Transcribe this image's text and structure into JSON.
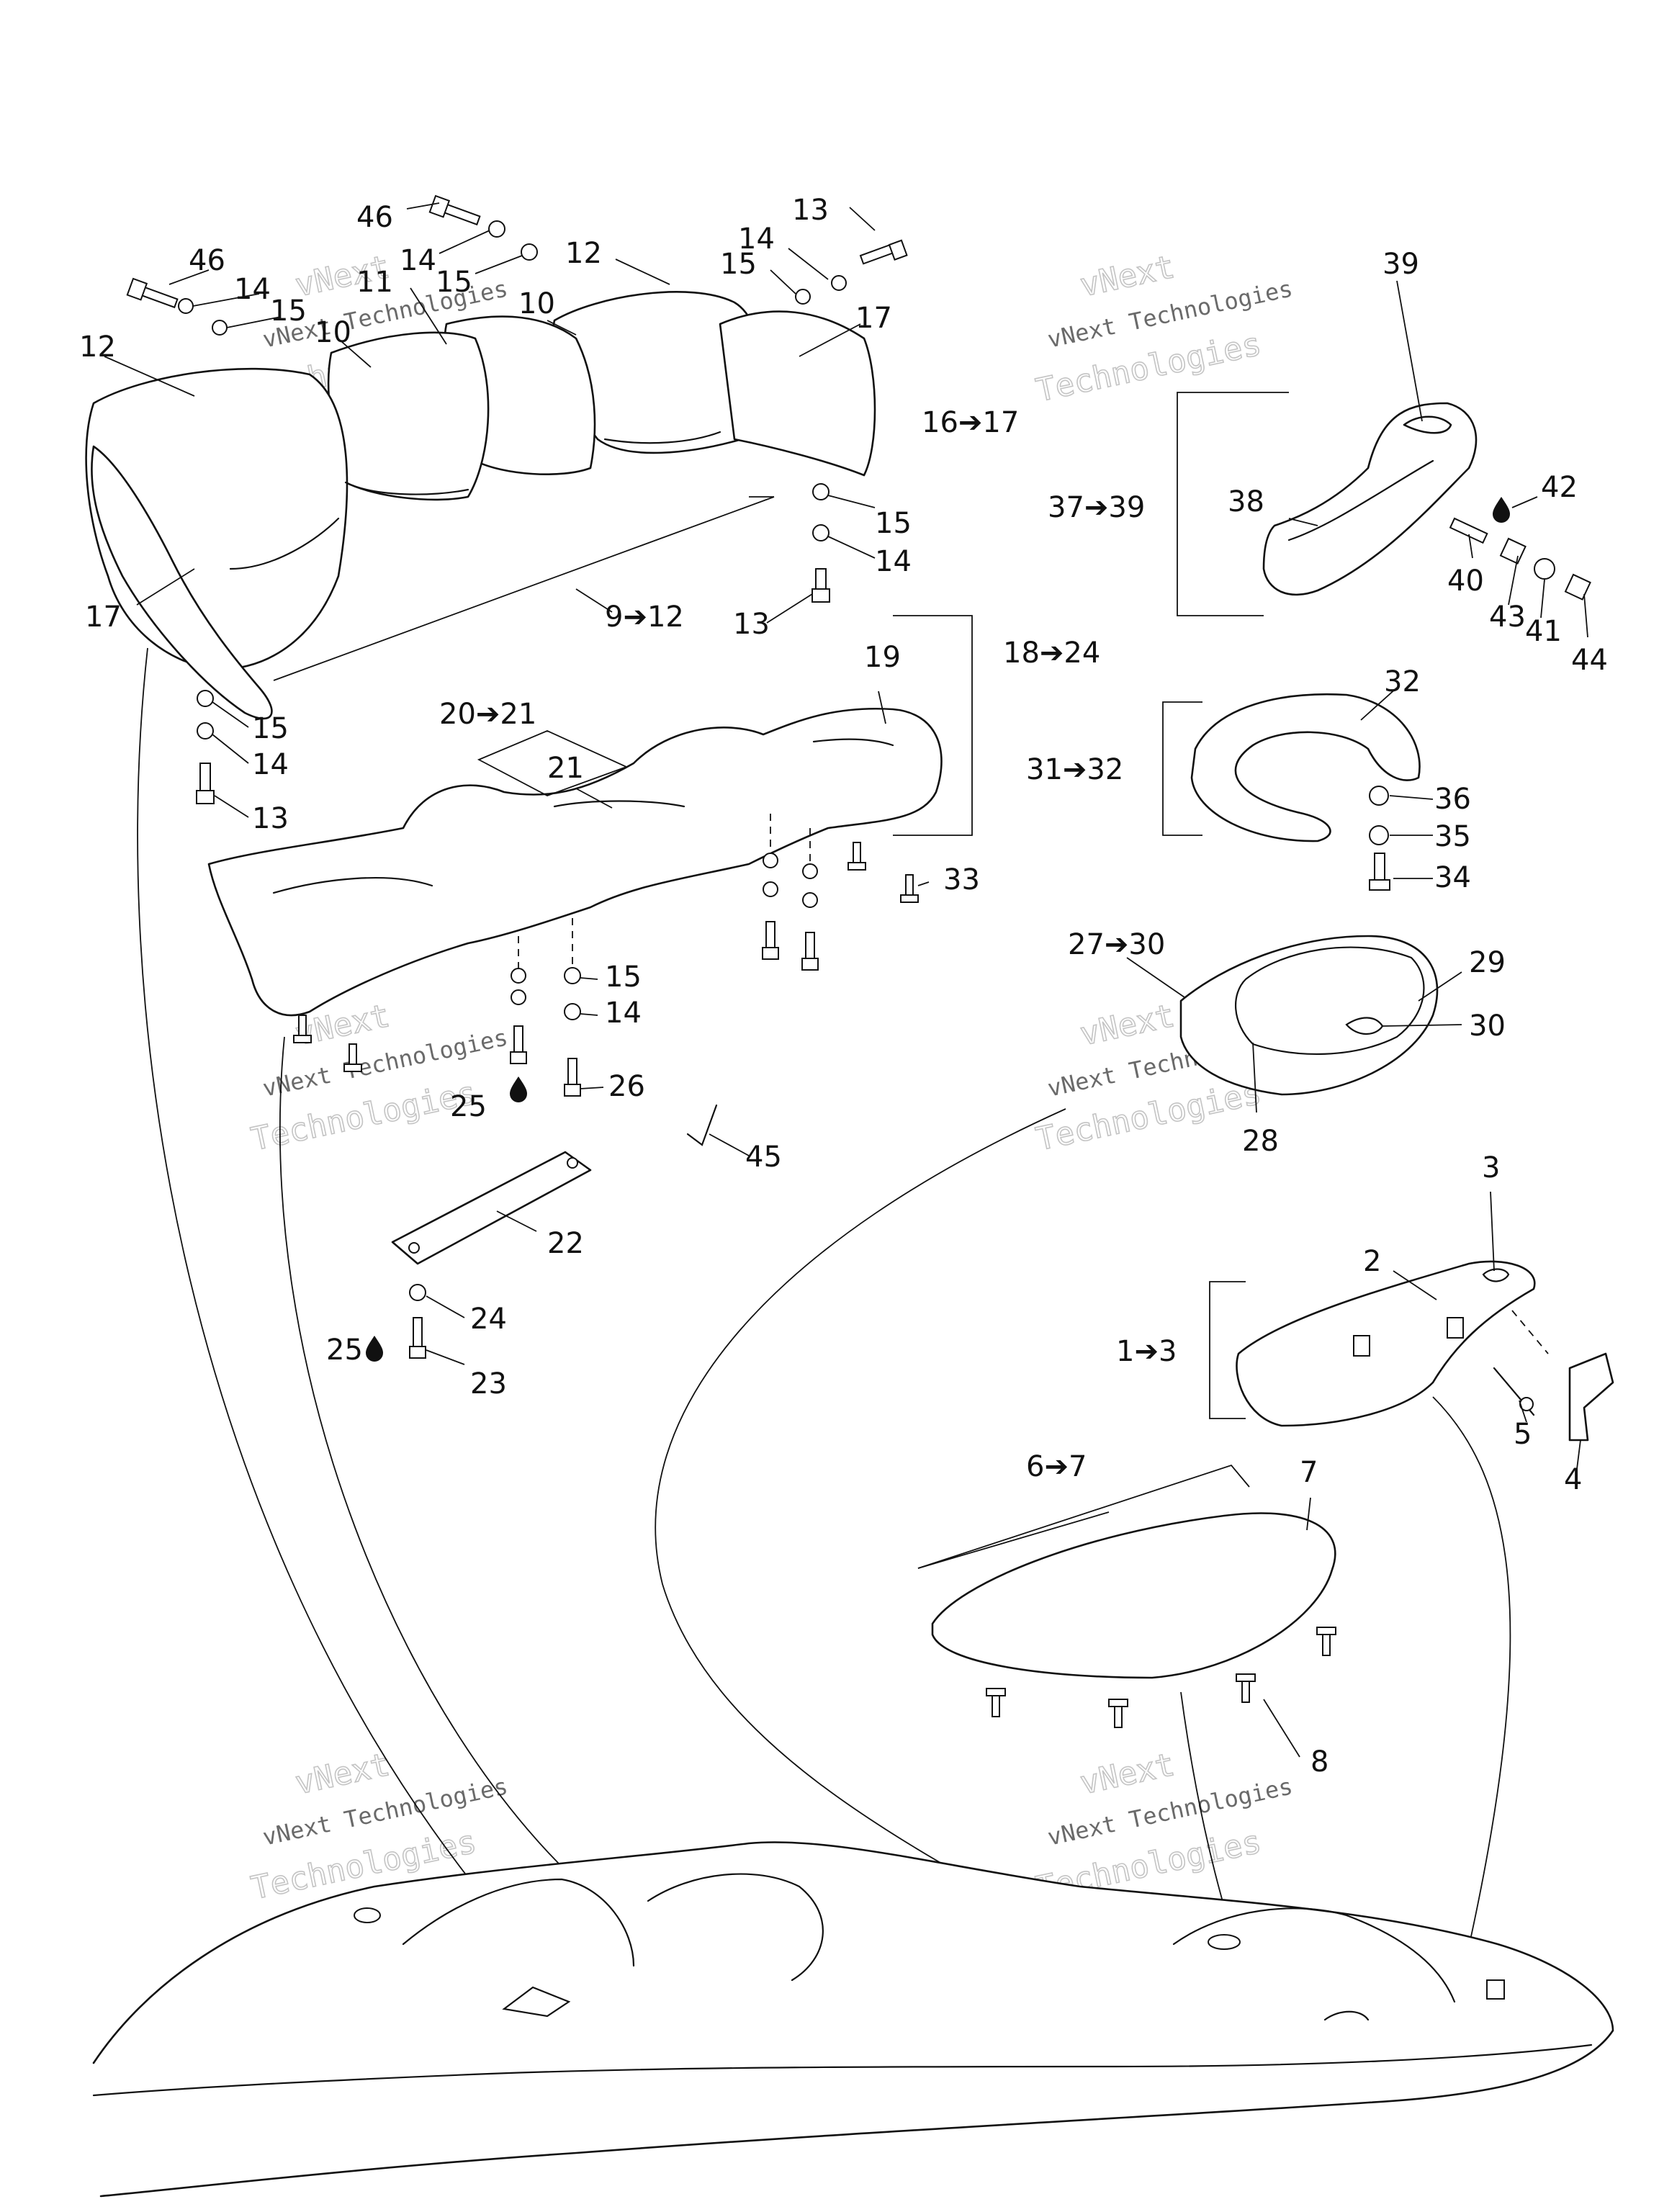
{
  "watermark": {
    "line1": "vNext",
    "line2": "vNext Technologies",
    "line3": "Technologies"
  },
  "callouts": {
    "c1_3": "1➔3",
    "c2": "2",
    "c3": "3",
    "c4": "4",
    "c5": "5",
    "c6_7": "6➔7",
    "c7": "7",
    "c8": "8",
    "c9_12": "9➔12",
    "c10a": "10",
    "c10b": "10",
    "c11": "11",
    "c12a": "12",
    "c12b": "12",
    "c13a": "13",
    "c13b": "13",
    "c13c": "13",
    "c14a": "14",
    "c14b": "14",
    "c14c": "14",
    "c14d": "14",
    "c14e": "14",
    "c14f": "14",
    "c15a": "15",
    "c15b": "15",
    "c15c": "15",
    "c15d": "15",
    "c15e": "15",
    "c15f": "15",
    "c16_17": "16➔17",
    "c17a": "17",
    "c17b": "17",
    "c18_24": "18➔24",
    "c19": "19",
    "c20_21": "20➔21",
    "c21": "21",
    "c22": "22",
    "c23": "23",
    "c24": "24",
    "c25a": "25",
    "c25b": "25",
    "c26": "26",
    "c27_30": "27➔30",
    "c28": "28",
    "c29": "29",
    "c30": "30",
    "c31_32": "31➔32",
    "c32": "32",
    "c33": "33",
    "c34": "34",
    "c35": "35",
    "c36": "36",
    "c37_39": "37➔39",
    "c38": "38",
    "c39": "39",
    "c40": "40",
    "c41": "41",
    "c42": "42",
    "c43": "43",
    "c44": "44",
    "c45": "45",
    "c46a": "46",
    "c46b": "46"
  }
}
